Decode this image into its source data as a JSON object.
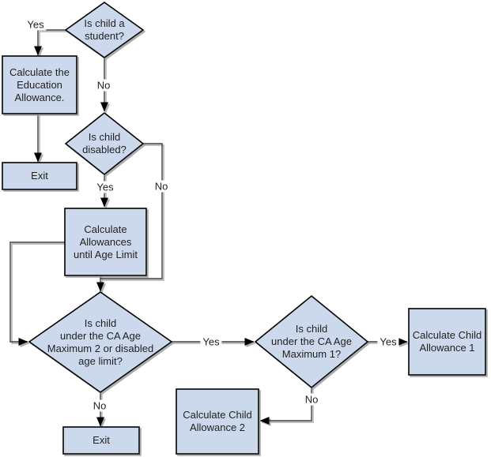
{
  "flowchart": {
    "nodes": {
      "student": {
        "type": "decision",
        "label": "Is child a\nstudent?"
      },
      "education": {
        "type": "process",
        "label": "Calculate the\nEducation\nAllowance."
      },
      "exit_top": {
        "type": "process",
        "label": "Exit"
      },
      "disabled": {
        "type": "decision",
        "label": "Is child\ndisabled?"
      },
      "allowances": {
        "type": "process",
        "label": "Calculate\nAllowances\nuntil Age Limit"
      },
      "age_max2": {
        "type": "decision",
        "label": "Is child\nunder the CA Age\nMaximum 2 or disabled\nage limit?"
      },
      "age_max1": {
        "type": "decision",
        "label": "Is child\nunder the CA Age\nMaximum 1?"
      },
      "allowance1": {
        "type": "process",
        "label": "Calculate Child\nAllowance 1"
      },
      "allowance2": {
        "type": "process",
        "label": "Calculate Child\nAllowance 2"
      },
      "exit_bottom": {
        "type": "process",
        "label": "Exit"
      }
    },
    "edge_labels": {
      "student_yes": "Yes",
      "student_no": "No",
      "disabled_yes": "Yes",
      "disabled_no": "No",
      "age_max2_yes": "Yes",
      "age_max2_no": "No",
      "age_max1_yes": "Yes",
      "age_max1_no": "No"
    },
    "colors": {
      "shape_fill": "#ccd9ec",
      "shape_border": "#000000",
      "connector": "#3c3c3c",
      "shadow": "#9e9e9e",
      "arrowhead": "#000000",
      "text": "#1f1f1f",
      "background": "#ffffff"
    }
  }
}
